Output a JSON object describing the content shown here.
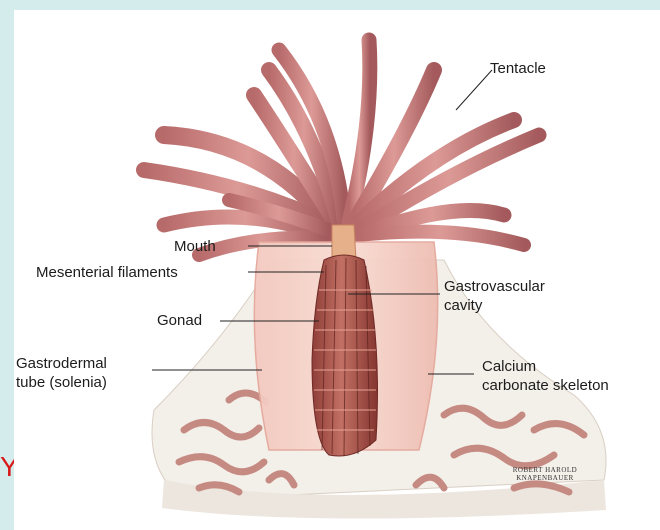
{
  "diagram": {
    "labels": {
      "tentacle": "Tentacle",
      "mouth": "Mouth",
      "mesenterial_filaments": "Mesenterial filaments",
      "gonad": "Gonad",
      "gastrovascular_line1": "Gastrovascular",
      "gastrovascular_line2": "cavity",
      "gastrodermal_line1": "Gastrodermal",
      "gastrodermal_line2": "tube (solenia)",
      "calcium_line1": "Calcium",
      "calcium_line2": "carbonate skeleton"
    },
    "artist_signature": {
      "line1": "ROBERT HAROLD",
      "line2": "KNAPENBAUER"
    },
    "edge_glyph": "Y"
  }
}
